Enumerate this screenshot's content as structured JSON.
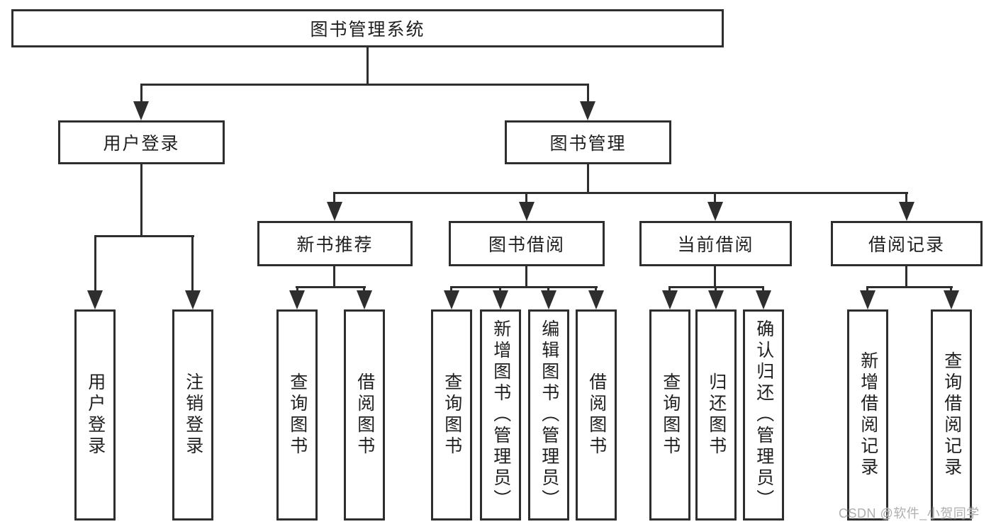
{
  "tree": {
    "root": {
      "label": "图书管理系统",
      "children": [
        {
          "label": "用户登录",
          "children": [
            {
              "label": "用户登录"
            },
            {
              "label": "注销登录"
            }
          ]
        },
        {
          "label": "图书管理",
          "children": [
            {
              "label": "新书推荐",
              "children": [
                {
                  "label": "查询图书"
                },
                {
                  "label": "借阅图书"
                }
              ]
            },
            {
              "label": "图书借阅",
              "children": [
                {
                  "label": "查询图书"
                },
                {
                  "label": "新增图书（管理员）"
                },
                {
                  "label": "编辑图书（管理员）"
                },
                {
                  "label": "借阅图书"
                }
              ]
            },
            {
              "label": "当前借阅",
              "children": [
                {
                  "label": "查询图书"
                },
                {
                  "label": "归还图书"
                },
                {
                  "label": "确认归还（管理员）"
                }
              ]
            },
            {
              "label": "借阅记录",
              "children": [
                {
                  "label": "新增借阅记录"
                },
                {
                  "label": "查询借阅记录"
                }
              ]
            }
          ]
        }
      ]
    },
    "colors": {
      "line": "#2e2e2e",
      "box_border": "#2e2e2e",
      "text": "#1f1f1f",
      "watermark": "#afafaf",
      "background": "#ffffff"
    }
  },
  "watermark": {
    "text": "CSDN @软件_小贺同学"
  }
}
